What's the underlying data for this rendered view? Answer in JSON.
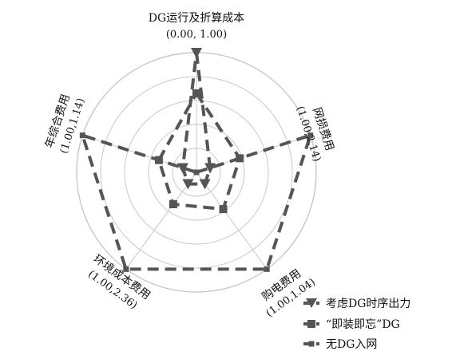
{
  "chart_data": {
    "type": "radar",
    "axes": [
      {
        "label_line1": "DG运行及折算成本",
        "label_line2": "(0.00, 1.00)"
      },
      {
        "label_line1": "网损费用",
        "label_line2": "(1.00,2.14)"
      },
      {
        "label_line1": "购电费用",
        "label_line2": "(1.00,1.04)"
      },
      {
        "label_line1": "环境成本费用",
        "label_line2": "(1.00,2.36)"
      },
      {
        "label_line1": "年综合费用",
        "label_line2": "(1.00,1.14)"
      }
    ],
    "rings": 5,
    "r_range": [
      0,
      1
    ],
    "series": [
      {
        "name": "考虑DG时序出力",
        "marker": "triangle-down",
        "values": [
          1.0,
          0.12,
          0.12,
          0.12,
          0.12
        ]
      },
      {
        "name": "“即装即忘”DG",
        "marker": "square",
        "values": [
          0.66,
          0.38,
          0.38,
          0.33,
          0.33
        ]
      },
      {
        "name": "无DG入网",
        "marker": "square-small",
        "values": [
          0.0,
          1.0,
          1.0,
          1.0,
          1.0
        ]
      }
    ],
    "series_color": "#555555",
    "grid_color": "#c8c8c8",
    "grid": true,
    "legend_position": "bottom-right"
  }
}
